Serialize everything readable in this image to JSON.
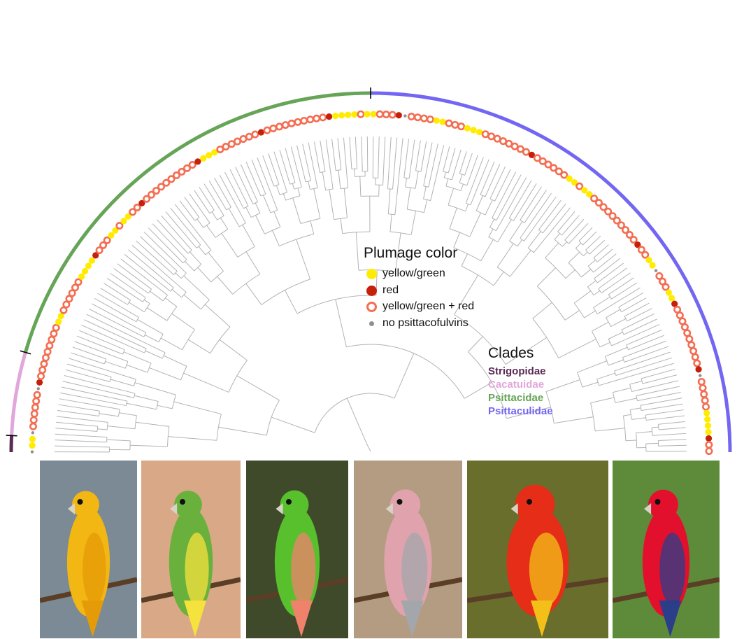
{
  "legend": {
    "title": "Plumage color",
    "items": [
      {
        "label": "yellow/green",
        "color": "#ffec00",
        "style": "solid"
      },
      {
        "label": "red",
        "color": "#c4200b",
        "style": "solid"
      },
      {
        "label": "yellow/green + red",
        "color": "#f36e52",
        "style": "ring"
      },
      {
        "label": "no psittacofulvins",
        "color": "#8f8f8f",
        "style": "small"
      }
    ]
  },
  "clades": {
    "title": "Clades",
    "items": [
      {
        "label": "Strigopidae",
        "color": "#5b2a55"
      },
      {
        "label": "Cacatuidae",
        "color": "#e2a7da"
      },
      {
        "label": "Psittacidae",
        "color": "#66a557"
      },
      {
        "label": "Psittaculidae",
        "color": "#7366f2"
      }
    ]
  },
  "photos": [
    {
      "subject": "golden conure",
      "bg": "#7b8a94",
      "bird": "#f2b712",
      "accent": "#e59a08"
    },
    {
      "subject": "budgerigar",
      "bg": "#d9a987",
      "bird": "#69b13c",
      "accent": "#f6e23c"
    },
    {
      "subject": "rosy-faced lovebird",
      "bg": "#3e4a2a",
      "bird": "#58c02c",
      "accent": "#f0826c"
    },
    {
      "subject": "galah",
      "bg": "#b49c83",
      "bird": "#e0a3ae",
      "accent": "#a3a6ab"
    },
    {
      "subject": "scarlet macaw",
      "bg": "#6a6e2c",
      "bird": "#e52d17",
      "accent": "#f3c019"
    },
    {
      "subject": "red lory",
      "bg": "#5e8b3a",
      "bird": "#e2102c",
      "accent": "#2a3e8a"
    }
  ]
}
